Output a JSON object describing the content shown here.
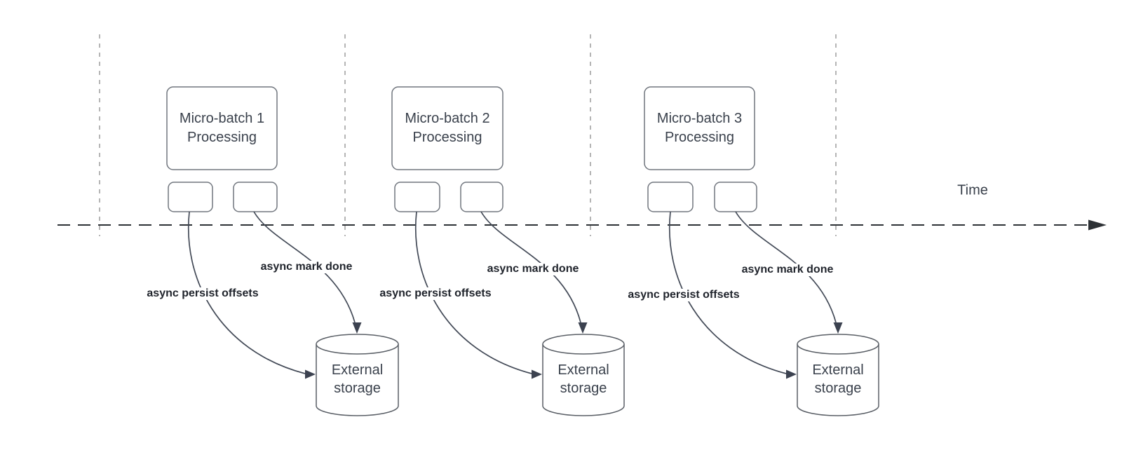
{
  "diagram": {
    "time_axis_label": "Time",
    "groups": [
      {
        "box_line1": "Micro-batch 1",
        "box_line2": "Processing",
        "persist_label": "async persist offsets",
        "done_label": "async mark done",
        "storage_line1": "External",
        "storage_line2": "storage"
      },
      {
        "box_line1": "Micro-batch 2",
        "box_line2": "Processing",
        "persist_label": "async persist offsets",
        "done_label": "async mark done",
        "storage_line1": "External",
        "storage_line2": "storage"
      },
      {
        "box_line1": "Micro-batch 3",
        "box_line2": "Processing",
        "persist_label": "async persist offsets",
        "done_label": "async mark done",
        "storage_line1": "External",
        "storage_line2": "storage"
      }
    ],
    "colors": {
      "box_stroke": "#71767e",
      "cylinder_stroke": "#5a5f66",
      "arrow_stroke": "#434a57",
      "arrowhead_fill": "#3c4250",
      "timeline_stroke": "#2d3135",
      "guide_stroke": "#b5b5b5",
      "text_dark": "#3a414c",
      "label_bold": "#20242c"
    }
  }
}
